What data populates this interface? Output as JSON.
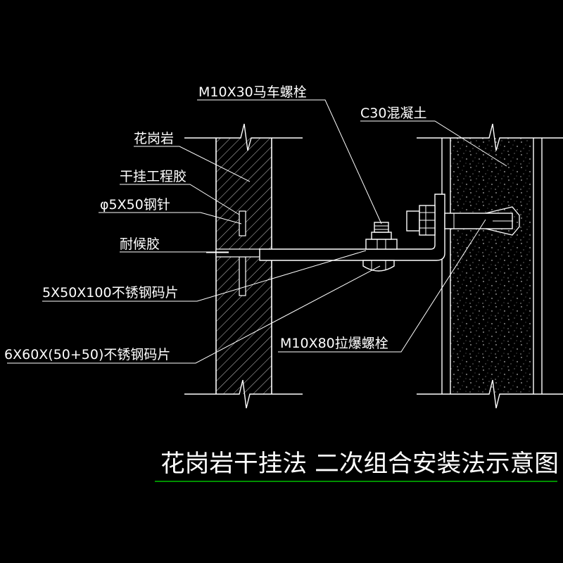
{
  "labels": {
    "carriage_bolt": "M10X30马车螺栓",
    "concrete": "C30混凝土",
    "granite": "花岗岩",
    "dry_hang_adhesive": "干挂工程胶",
    "steel_pin": "φ5X50钢针",
    "weather_sealant": "耐候胶",
    "clip_plate": "5X50X100不锈钢码片",
    "angle_plate": "6X60X(50+50)不锈钢码片",
    "expansion_bolt": "M10X80拉爆螺栓"
  },
  "title": "花岗岩干挂法 二次组合安装法示意图",
  "colors": {
    "background": "#000000",
    "lines": "#ffffff",
    "title_underline": "#00c000"
  }
}
